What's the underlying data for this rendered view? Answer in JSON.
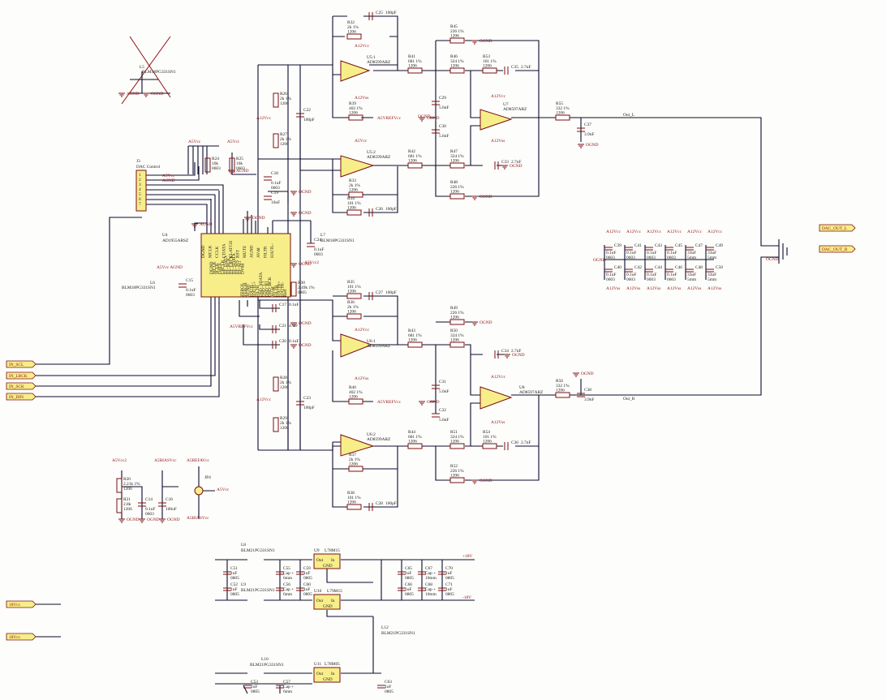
{
  "ports": {
    "in_scl": "IN_SCL",
    "in_lrck": "IN_LRCK",
    "in_sck": "IN_SCK",
    "in_din": "IN_DIN",
    "vcc_p18": "18Vcc",
    "vcc_m18": "18Vcc",
    "dac_out_l": "DAC_OUT_L",
    "dac_out_r": "DAC_OUT_R"
  },
  "nets": {
    "a12vcc": "A12Vcc",
    "a12vss": "A12Vss",
    "a5vcc": "A5Vcc",
    "a5vcc2": "A5Vcc2",
    "a5vrefvcc": "A5VREFVcc",
    "a5vbiasvcc": "A5BIASVcc",
    "a5vrefavcc": "A5REFAVcc",
    "ognd": "OGND",
    "agnd": "AGND",
    "a5vcc_agnd": "A5Vcc AGND",
    "out_l": "Out_L",
    "out_r": "Out_R",
    "plus18": "+18V",
    "minus18": "-18V"
  },
  "connector": {
    "ref": "J3",
    "name": "DAC Control",
    "pins": [
      "1",
      "2",
      "3",
      "4",
      "5",
      "6",
      "7"
    ],
    "nets": [
      "A5Vcc",
      "AGND"
    ]
  },
  "u4": {
    "ref": "U4",
    "part": "AD1955ARSZ",
    "left_pins": [
      "DGND",
      "MCLK",
      "SCLK",
      "DATA",
      "LRCLK",
      "EF_DATA",
      "EF_BCK",
      "EF_LRCK",
      "EF_SDATA",
      "EF_WS",
      "EF_M1",
      "DVdd"
    ],
    "right_pins": [
      "ZEROL",
      "ZEROR",
      "AGND",
      "IOUTL-",
      "IOUTL+",
      "FILTR",
      "DSD_SDATA",
      "DSD_L1",
      "DSD_R1",
      "DSD_BCK",
      "AVdd",
      "FILTB",
      "IOUTR+",
      "IOUTR-",
      "Rref"
    ],
    "top_pins": [
      "DGND",
      "MCLK",
      "CCLK",
      "CDATA",
      "CLATCH",
      "RST",
      "MUTE",
      "AGND",
      "AVdd",
      "FILTR",
      "IOUTL-"
    ]
  },
  "opamps": [
    {
      "ref": "U5:1",
      "part": "AD8599ARZ"
    },
    {
      "ref": "U5:2",
      "part": "AD8599ARZ"
    },
    {
      "ref": "U7",
      "part": "AD8597ARZ"
    },
    {
      "ref": "U6:1",
      "part": "AD8599ARZ"
    },
    {
      "ref": "U6:2",
      "part": "AD8599ARZ"
    },
    {
      "ref": "U8",
      "part": "AD8597ARZ"
    }
  ],
  "resistors": [
    {
      "ref": "R32",
      "val": "2k 1%",
      "pkg": "1206"
    },
    {
      "ref": "R26",
      "val": "2k 1%",
      "pkg": "1206"
    },
    {
      "ref": "R27",
      "val": "2k 1%",
      "pkg": "1206"
    },
    {
      "ref": "R39",
      "val": "402 1%",
      "pkg": "1206"
    },
    {
      "ref": "R41",
      "val": "681 1%",
      "pkg": "1206"
    },
    {
      "ref": "R45",
      "val": "226 1%",
      "pkg": "1206"
    },
    {
      "ref": "R46",
      "val": "324 1%",
      "pkg": "1206"
    },
    {
      "ref": "R53",
      "val": "101 1%",
      "pkg": "1206"
    },
    {
      "ref": "R55",
      "val": "332 1%",
      "pkg": "1206"
    },
    {
      "ref": "R42",
      "val": "681 1%",
      "pkg": "1206"
    },
    {
      "ref": "R47",
      "val": "324 1%",
      "pkg": "1206"
    },
    {
      "ref": "R48",
      "val": "226 1%",
      "pkg": "1206"
    },
    {
      "ref": "R33",
      "val": "2k 1%",
      "pkg": "1206"
    },
    {
      "ref": "R34",
      "val": "101 1%",
      "pkg": "1206"
    },
    {
      "ref": "R24",
      "val": "10k",
      "pkg": "0603"
    },
    {
      "ref": "R25",
      "val": "10k",
      "pkg": "0603"
    },
    {
      "ref": "R35",
      "val": "101 1%",
      "pkg": "1206"
    },
    {
      "ref": "R36",
      "val": "2k 1%",
      "pkg": "1206"
    },
    {
      "ref": "R40",
      "val": "402 1%",
      "pkg": "1206"
    },
    {
      "ref": "R43",
      "val": "681 1%",
      "pkg": "1206"
    },
    {
      "ref": "R49",
      "val": "226 1%",
      "pkg": "1206"
    },
    {
      "ref": "R50",
      "val": "324 1%",
      "pkg": "1206"
    },
    {
      "ref": "R56",
      "val": "332 1%",
      "pkg": "1206"
    },
    {
      "ref": "R28",
      "val": "2k 1%",
      "pkg": "1206"
    },
    {
      "ref": "R29",
      "val": "2k 1%",
      "pkg": "1206"
    },
    {
      "ref": "R44",
      "val": "681 1%",
      "pkg": "1206"
    },
    {
      "ref": "R51",
      "val": "324 1%",
      "pkg": "1206"
    },
    {
      "ref": "R54",
      "val": "101 1%",
      "pkg": "1206"
    },
    {
      "ref": "R52",
      "val": "226 1%",
      "pkg": "1206"
    },
    {
      "ref": "R37",
      "val": "2k 1%",
      "pkg": "1206"
    },
    {
      "ref": "R38",
      "val": "101 1%",
      "pkg": "1206"
    },
    {
      "ref": "R30",
      "val": "2.49k 1%",
      "pkg": "0805"
    },
    {
      "ref": "R20",
      "val": "2.21k 1%",
      "pkg": "1206"
    },
    {
      "ref": "R21",
      "val": "2.8k",
      "pkg": "1206"
    }
  ],
  "caps": [
    {
      "ref": "C25",
      "val": "100pF"
    },
    {
      "ref": "C22",
      "val": "100pF"
    },
    {
      "ref": "C29",
      "val": "5.6nF"
    },
    {
      "ref": "C30",
      "val": "5.6nF"
    },
    {
      "ref": "C35",
      "val": "2.7nF"
    },
    {
      "ref": "C33",
      "val": "2.7nF"
    },
    {
      "ref": "C37",
      "val": "3.9nF"
    },
    {
      "ref": "C18",
      "val": "0.1uF",
      "pkg": "0603"
    },
    {
      "ref": "C19",
      "val": "10uF"
    },
    {
      "ref": "C26",
      "val": "100pF"
    },
    {
      "ref": "C24",
      "val": "0.1uF",
      "pkg": "0603"
    },
    {
      "ref": "C17",
      "val": "0.1uF"
    },
    {
      "ref": "C15",
      "val": "0.1uF",
      "pkg": "0603"
    },
    {
      "ref": "C27",
      "val": "100pF"
    },
    {
      "ref": "C21",
      "val": "47uF"
    },
    {
      "ref": "C20",
      "val": "0.1uF"
    },
    {
      "ref": "C34",
      "val": "2.7nF"
    },
    {
      "ref": "C31",
      "val": "5.6nF"
    },
    {
      "ref": "C32",
      "val": "5.6nF"
    },
    {
      "ref": "C38",
      "val": "3.9nF"
    },
    {
      "ref": "C36",
      "val": "2.7nF"
    },
    {
      "ref": "C23",
      "val": "100pF"
    },
    {
      "ref": "C28",
      "val": "100pF"
    },
    {
      "ref": "C14",
      "val": "0.1uF",
      "pkg": "0603"
    },
    {
      "ref": "C16",
      "val": "100uF"
    }
  ],
  "bypass_grid": {
    "top_labels": [
      "A12Vcc",
      "A12Vcc",
      "A12Vcc",
      "A12Vcc",
      "A12Vcc",
      "A12Vcc"
    ],
    "bottom_labels": [
      "A12Vss",
      "A12Vss",
      "A12Vss",
      "A12Vss",
      "A12Vss",
      "A12Vss"
    ],
    "top_caps": [
      "C39",
      "C41",
      "C43",
      "C45",
      "C47",
      "C49"
    ],
    "bottom_caps": [
      "C40",
      "C42",
      "C44",
      "C46",
      "C48",
      "C50"
    ],
    "val_small": "0.1uF",
    "pkg_small": "0603",
    "val_big": "33uF",
    "pkg_big": "5mm"
  },
  "ferrites": [
    {
      "ref": "L5",
      "part": "BLM18PG331SN1"
    },
    {
      "ref": "L6",
      "part": "BLM18PG331SN1"
    },
    {
      "ref": "L7",
      "part": "BLM18PG331SN1"
    },
    {
      "ref": "L8",
      "part": "BLM21PG331SN1"
    },
    {
      "ref": "L9",
      "part": "BLM21PG331SN1"
    },
    {
      "ref": "L10",
      "part": "BLM21PG331SN1"
    },
    {
      "ref": "L12",
      "part": "BLM21PG331SN1"
    }
  ],
  "jumper": {
    "ref": "JP4"
  },
  "regulators": [
    {
      "ref": "U9",
      "part": "L78M15",
      "pins": [
        "Out",
        "In",
        "GND"
      ]
    },
    {
      "ref": "U10",
      "part": "L79M15",
      "pins": [
        "Out",
        "In",
        "GND"
      ]
    },
    {
      "ref": "U11",
      "part": "L78M05",
      "pins": [
        "Out",
        "In",
        "GND"
      ]
    }
  ],
  "psu_caps": [
    {
      "ref": "C51",
      "val": "1uF",
      "pkg": "0805"
    },
    {
      "ref": "C52",
      "val": "1uF",
      "pkg": "0805"
    },
    {
      "ref": "C55",
      "val": "Cap +",
      "pkg": "6mm"
    },
    {
      "ref": "C56",
      "val": "Cap +",
      "pkg": "6mm"
    },
    {
      "ref": "C59",
      "val": "1uF",
      "pkg": "0805"
    },
    {
      "ref": "C60",
      "val": "1uF",
      "pkg": "0805"
    },
    {
      "ref": "C65",
      "val": "1uF",
      "pkg": "0805"
    },
    {
      "ref": "C66",
      "val": "1uF",
      "pkg": "0805"
    },
    {
      "ref": "C67",
      "val": "Cap +",
      "pkg": "10mm"
    },
    {
      "ref": "C68",
      "val": "Cap +",
      "pkg": "10mm"
    },
    {
      "ref": "C70",
      "val": "1uF",
      "pkg": "0805"
    },
    {
      "ref": "C71",
      "val": "1uF",
      "pkg": "0805"
    },
    {
      "ref": "C53",
      "val": "1uF",
      "pkg": "0805"
    },
    {
      "ref": "C57",
      "val": "Cap +",
      "pkg": "6mm"
    },
    {
      "ref": "C63",
      "val": "1uF",
      "pkg": "0805"
    }
  ]
}
